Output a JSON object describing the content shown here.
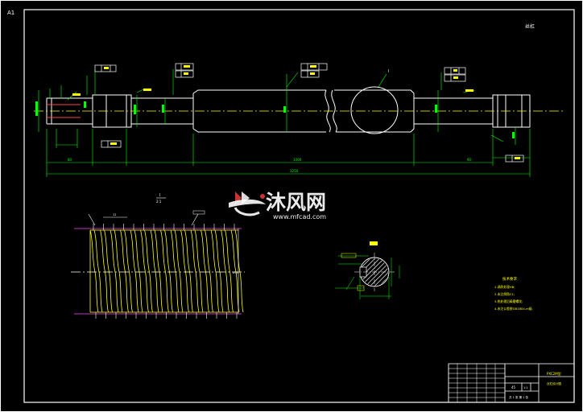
{
  "sheet": {
    "size_label": "A1",
    "part_name": "丝杠",
    "drawing_code": "PXC2M型",
    "drawing_sub": "丝杠设计图",
    "material": "45",
    "scale": "1:1",
    "sheet_no": "1",
    "sheet_total": "1",
    "sheet_footer": "共 1 张 第 1 张"
  },
  "callouts": {
    "section_label": "1",
    "detail_label": "I",
    "detail_scale": "2:1",
    "dim_total": "1250",
    "dim_mid": "1000",
    "dim_left": "80",
    "dim_right": "90",
    "thread_pitch": "12",
    "thread_dia": "Ø50",
    "section_title": "A-A"
  },
  "notes": {
    "title": "技术要求",
    "items": [
      "1.调质处理HB;",
      "2.未注倒角C1;",
      "3.热处理后精磨螺纹;",
      "4.未注公差按GB1804-m级."
    ]
  },
  "watermark": {
    "brand": "沐风网",
    "url": "www.mfcad.com"
  }
}
